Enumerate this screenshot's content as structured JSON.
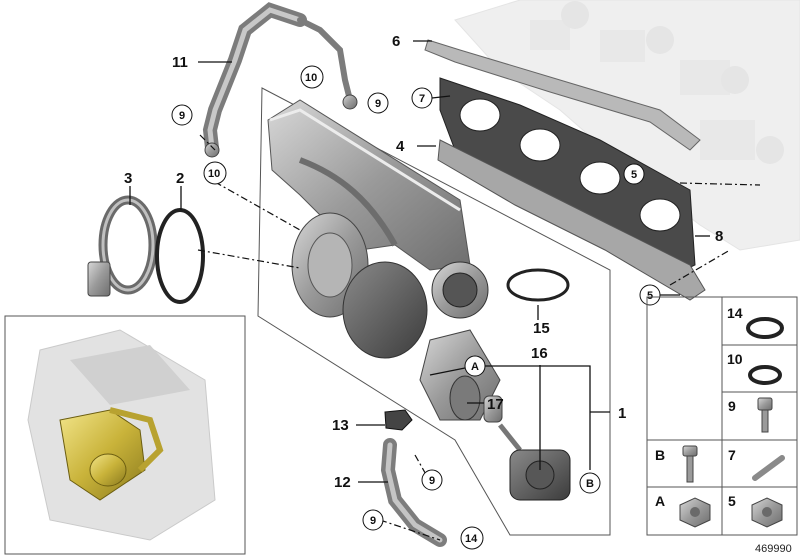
{
  "diagram": {
    "reference_number": "469990",
    "callouts": {
      "c1": "1",
      "c2": "2",
      "c3": "3",
      "c4": "4",
      "c5a": "5",
      "c5b": "5",
      "c6": "6",
      "c7": "7",
      "c8": "8",
      "c9a": "9",
      "c9b": "9",
      "c9c": "9",
      "c9d": "9",
      "c10a": "10",
      "c10b": "10",
      "c11": "11",
      "c12": "12",
      "c13": "13",
      "c14": "14",
      "c15": "15",
      "c16": "16",
      "c17": "17",
      "cA": "A",
      "cB": "B"
    },
    "parts_table": {
      "cells": {
        "p14": "14",
        "p10": "10",
        "p9": "9",
        "pB": "B",
        "p7": "7",
        "pA": "A",
        "p5": "5"
      }
    }
  }
}
